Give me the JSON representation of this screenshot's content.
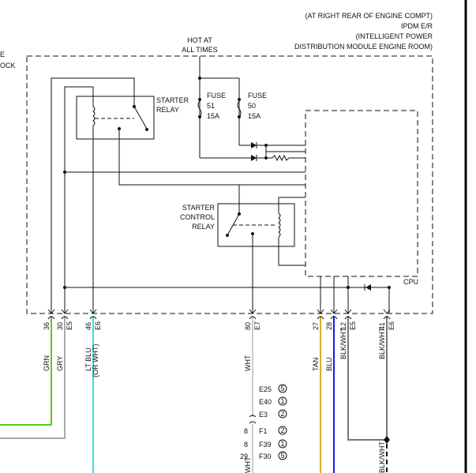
{
  "module": {
    "location": "(AT RIGHT REAR OF ENGINE COMPT)",
    "name": "IPDM E/R",
    "desc1": "(INTELLIGENT POWER",
    "desc2": "DISTRIBUTION MODULE ENGINE ROOM)",
    "cpu": "CPU"
  },
  "left_fragment": {
    "line1": "E",
    "line2": "OCK"
  },
  "power": {
    "line1": "HOT AT",
    "line2": "ALL TIMES"
  },
  "fuses": [
    {
      "label": "FUSE",
      "number": "51",
      "rating": "15A"
    },
    {
      "label": "FUSE",
      "number": "50",
      "rating": "15A"
    }
  ],
  "starter_relay": {
    "line1": "STARTER",
    "line2": "RELAY"
  },
  "starter_control_relay": {
    "line1": "STARTER",
    "line2": "CONTROL",
    "line3": "RELAY"
  },
  "wires": [
    {
      "pin": "36",
      "connector": "",
      "color_label": "GRN",
      "color": "#55cc22"
    },
    {
      "pin": "30",
      "connector": "E5",
      "color_label": "GRY",
      "color": "#aaaaaa"
    },
    {
      "pin": "46",
      "connector": "E6",
      "color_label": "LT BLU",
      "color_label2": "(OR WHT)",
      "color": "#33e0f0"
    },
    {
      "pin": "80",
      "connector": "E7",
      "color_label": "WHT",
      "color": "#cccccc"
    },
    {
      "pin": "27",
      "connector": "",
      "color_label": "TAN",
      "color": "#e0a830"
    },
    {
      "pin": "28",
      "connector": "",
      "color_label": "BLU",
      "color": "#1a1aee"
    },
    {
      "pin": "12",
      "connector": "E5",
      "color_label": "BLK/WHT",
      "color": "#777777"
    },
    {
      "pin": "41",
      "connector": "E6",
      "color_label": "BLK/WHT",
      "color": "#777777"
    }
  ],
  "connectors": [
    {
      "name": "E25",
      "ref": "5"
    },
    {
      "name": "E40",
      "ref": "1"
    },
    {
      "name": "E3",
      "ref": "2"
    },
    {
      "pin": "8",
      "name": "F1",
      "ref": "2"
    },
    {
      "pin": "8",
      "name": "F39",
      "ref": "1"
    },
    {
      "pin": "29",
      "name": "F30",
      "ref": "5"
    }
  ],
  "bottom_fragment": "WHT",
  "bottom_fragment2": "BLK/WHT"
}
